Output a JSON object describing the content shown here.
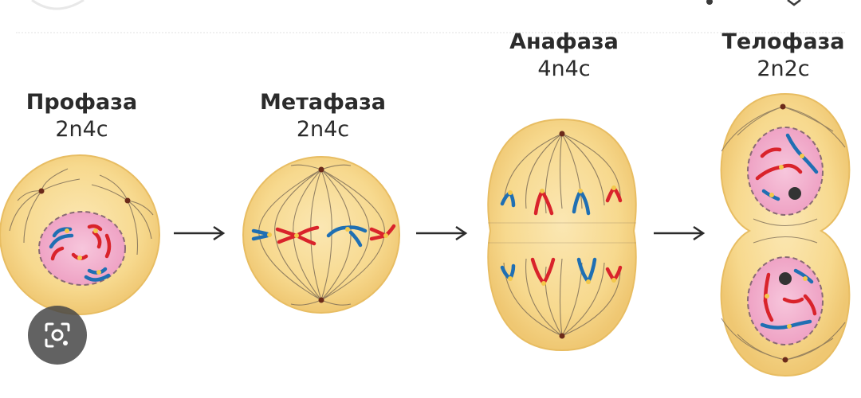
{
  "stages": [
    {
      "name": "Профаза",
      "ploidy": "2n4c"
    },
    {
      "name": "Метафаза",
      "ploidy": "2n4c"
    },
    {
      "name": "Анафаза",
      "ploidy": "4n4c"
    },
    {
      "name": "Телофаза",
      "ploidy": "2n2c"
    }
  ],
  "icons": {
    "arrow": "right-arrow-icon",
    "lens": "camera-search-icon"
  },
  "colors": {
    "cell_fill": "#f7d98e",
    "cell_edge": "#e8bd62",
    "nucleus_fill": "#f2b3cf",
    "nucleus_edge": "#8a6a74",
    "chromosome_red": "#d9232b",
    "chromosome_blue": "#1f6fb3",
    "centromere": "#f3c84b",
    "spindle": "#7a6a55"
  }
}
